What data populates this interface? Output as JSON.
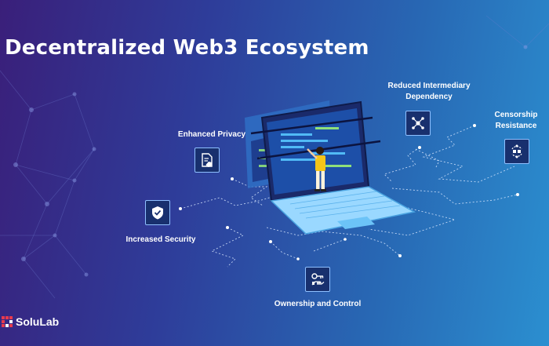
{
  "page": {
    "title": "Decentralized Web3 Ecosystem"
  },
  "features": {
    "enhanced_privacy": {
      "label": "Enhanced Privacy",
      "icon": "privacy-document-icon"
    },
    "increased_security": {
      "label": "Increased Security",
      "icon": "shield-check-icon"
    },
    "reduced_intermediary": {
      "label": "Reduced Intermediary\nDependency",
      "icon": "network-nodes-icon"
    },
    "censorship_resistance": {
      "label": "Censorship\nResistance",
      "icon": "cycle-people-icon"
    },
    "ownership_control": {
      "label": "Ownership and Control",
      "icon": "key-hand-icon"
    }
  },
  "brand": {
    "name": "SoluLab",
    "logo_icon": "solulab-logo-icon"
  },
  "colors": {
    "background_start": "#3a1f7a",
    "background_end": "#2b8fd0",
    "icon_box": "#18306e",
    "icon_border": "#8fc0ff",
    "person_shirt": "#f5c518",
    "laptop_body": "#9ad8ff"
  }
}
